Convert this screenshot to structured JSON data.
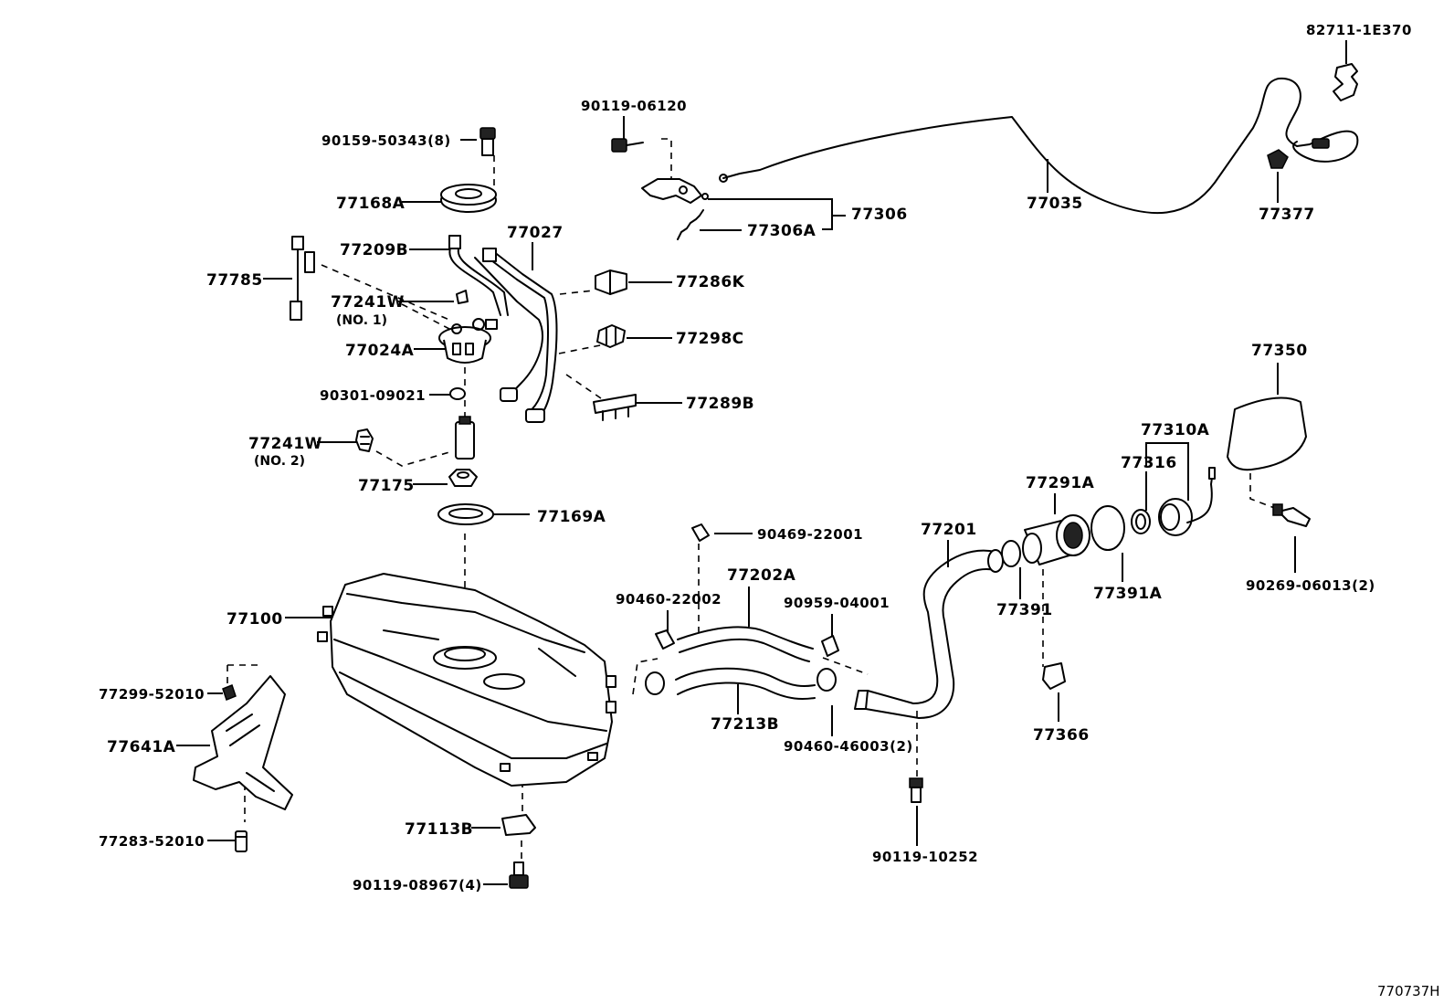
{
  "diagram_ref": "770737H",
  "labels": {
    "l_82711": "82711-1E370",
    "l_90119_06120": "90119-06120",
    "l_90159": "90159-50343(8)",
    "l_77168A": "77168A",
    "l_77027": "77027",
    "l_77209B": "77209B",
    "l_77785": "77785",
    "l_77241W_1": "77241W",
    "l_no1": "(NO. 1)",
    "l_77024A": "77024A",
    "l_90301": "90301-09021",
    "l_77241W_2": "77241W",
    "l_no2": "(NO. 2)",
    "l_77175": "77175",
    "l_77169A": "77169A",
    "l_77286K": "77286K",
    "l_77298C": "77298C",
    "l_77289B": "77289B",
    "l_77306": "77306",
    "l_77306A": "77306A",
    "l_77035": "77035",
    "l_77377": "77377",
    "l_77350": "77350",
    "l_77310A": "77310A",
    "l_77316": "77316",
    "l_77291A": "77291A",
    "l_77201": "77201",
    "l_77391": "77391",
    "l_77391A": "77391A",
    "l_90269": "90269-06013(2)",
    "l_90469": "90469-22001",
    "l_77202A": "77202A",
    "l_90460_22002": "90460-22002",
    "l_90959": "90959-04001",
    "l_77100": "77100",
    "l_77299": "77299-52010",
    "l_77641A": "77641A",
    "l_77213B": "77213B",
    "l_90460_46003": "90460-46003(2)",
    "l_77366": "77366",
    "l_77283": "77283-52010",
    "l_77113B": "77113B",
    "l_90119_10252": "90119-10252",
    "l_90119_08967": "90119-08967(4)"
  }
}
